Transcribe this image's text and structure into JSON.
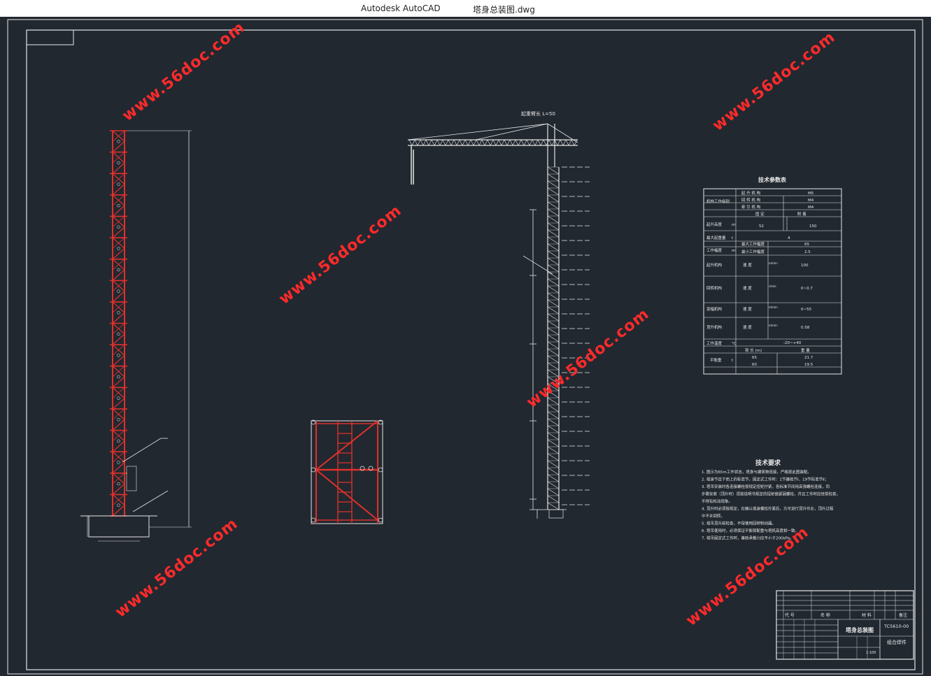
{
  "window": {
    "app_name": "Autodesk AutoCAD",
    "document_name": "塔身总装图.dwg"
  },
  "colors": {
    "background": "#212830",
    "line": "#e6e6e6",
    "red": "#e0302a",
    "watermark": "#ff2a2a"
  },
  "watermarks": [
    "www.56doc.com",
    "www.56doc.com",
    "www.56doc.com",
    "www.56doc.com",
    "www.56doc.com",
    "www.56doc.com"
  ],
  "drawing": {
    "crane_jib_label": "起重臂长 L=50",
    "technical_requirements_title": "技术要求",
    "technical_requirements": [
      "1. 图示为65m工作状态，塔身与建筑物连接，严格按此图装配。",
      "2. 塔身节自下而上的标准节，固定式工作时：1节基础节Ⅰ、19节标准节Ⅱ；",
      "3. 塔吊安装时各连接螺栓按规定扭矩拧紧，各标准节间用高强螺栓连接，同",
      "   步骤安装（顶升时）须按说明书规定的扭矩值紧固螺栓，并且工作时应经常检查，",
      "   不得有松动现象。",
      "4. 顶升时必须按规定，在确认塔身螺栓拧紧后，方可进行顶升作业，顶升过程",
      "   中不许回转。",
      "5. 塔吊顶升前检查，不得使用回转制动器。",
      "6. 塔吊使用时，必须保证平衡臂配重与塔机高度相一致。",
      "7. 塔吊固定式工作时，基础承载力应不小于200kPa。"
    ]
  },
  "parameter_table": {
    "title": "技术参数表",
    "rows": [
      {
        "label": "机构工作级别",
        "sub": [
          "起 升 机 构",
          "回 转 机 构",
          "牵 引 机 构"
        ],
        "values": [
          "M5",
          "M4",
          "M4"
        ]
      },
      {
        "label": "起升高度",
        "unit": "m",
        "headers": [
          "固 定",
          "附 着"
        ],
        "values": [
          "52",
          "150"
        ]
      },
      {
        "label": "最大起重量",
        "unit": "t",
        "value": "4"
      },
      {
        "label": "工作幅度",
        "unit": "m",
        "sub": [
          "最大工作幅度",
          "最小工作幅度"
        ],
        "values": [
          "65",
          "2.5"
        ]
      },
      {
        "label": "起升机构",
        "sub": [
          "速 度"
        ],
        "unit": "m/min",
        "value": "100"
      },
      {
        "label": "回转机构",
        "sub": [
          "速 度"
        ],
        "unit": "r/min",
        "value": "0~0.7"
      },
      {
        "label": "变幅机构",
        "sub": [
          "速 度"
        ],
        "unit": "m/min",
        "value": "0~55"
      },
      {
        "label": "顶升机构",
        "sub": [
          "速 度"
        ],
        "unit": "m/min",
        "value": "0.58"
      },
      {
        "label": "工作温度",
        "unit": "°C",
        "value": "-20~+40"
      },
      {
        "label": "平衡重",
        "unit": "t",
        "headers": [
          "臂 长 (m)",
          "重 量"
        ],
        "values": [
          [
            "65",
            "21.7"
          ],
          [
            "60",
            "19.5"
          ]
        ]
      }
    ]
  },
  "title_block": {
    "drawing_title": "塔身总装图",
    "drawing_number": "TC5610-00",
    "part_type": "组合焊件",
    "headers": [
      "代 号",
      "名 称",
      "材 料",
      "备注"
    ],
    "scale": "1:100"
  }
}
